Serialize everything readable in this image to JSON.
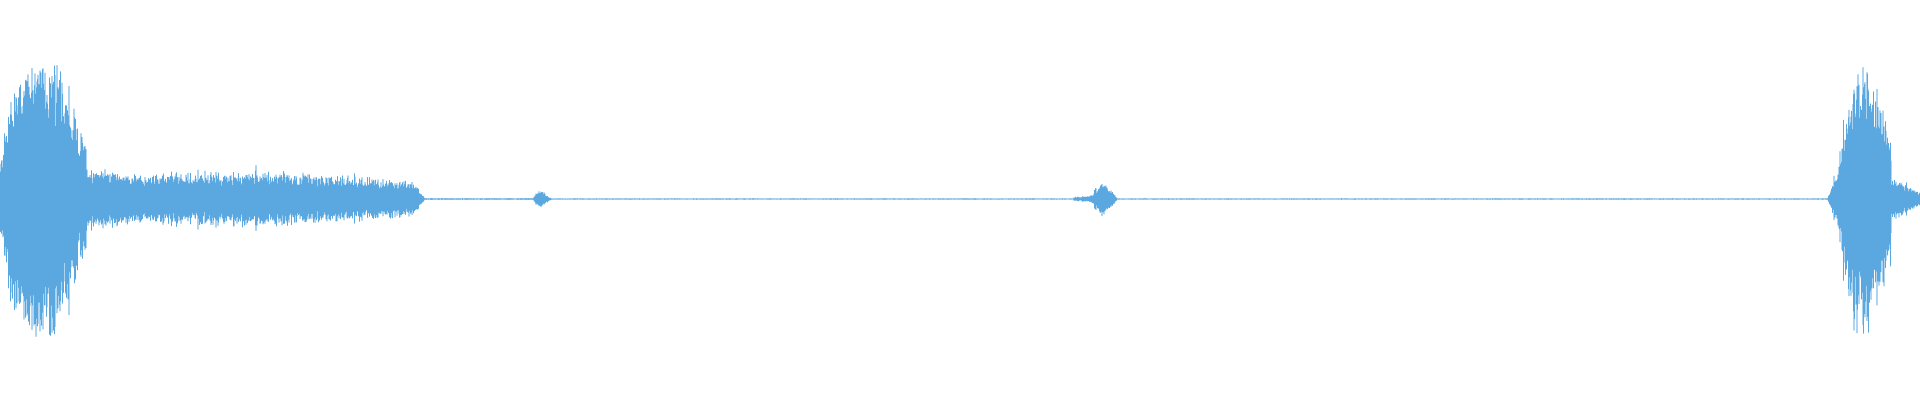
{
  "waveform": {
    "color": "#5ba8e1",
    "background": "#ffffff",
    "segments": [
      {
        "start": 0.0,
        "end": 0.006,
        "from": 0.2,
        "to": 0.7,
        "jitter": 0.3
      },
      {
        "start": 0.006,
        "end": 0.022,
        "from": 0.7,
        "to": 1.0,
        "jitter": 0.25
      },
      {
        "start": 0.022,
        "end": 0.045,
        "from": 1.0,
        "to": 0.3,
        "jitter": 0.35
      },
      {
        "start": 0.045,
        "end": 0.075,
        "from": 0.2,
        "to": 0.14,
        "jitter": 0.25
      },
      {
        "start": 0.075,
        "end": 0.14,
        "from": 0.14,
        "to": 0.17,
        "jitter": 0.3
      },
      {
        "start": 0.14,
        "end": 0.215,
        "from": 0.16,
        "to": 0.11,
        "jitter": 0.3
      },
      {
        "start": 0.215,
        "end": 0.221,
        "from": 0.11,
        "to": 0.01,
        "jitter": 0.2
      },
      {
        "start": 0.221,
        "end": 0.278,
        "from": 0.005,
        "to": 0.005,
        "jitter": 0.4
      },
      {
        "start": 0.278,
        "end": 0.281,
        "from": 0.02,
        "to": 0.06,
        "jitter": 0.3
      },
      {
        "start": 0.281,
        "end": 0.287,
        "from": 0.06,
        "to": 0.005,
        "jitter": 0.3
      },
      {
        "start": 0.287,
        "end": 0.559,
        "from": 0.004,
        "to": 0.004,
        "jitter": 0.4
      },
      {
        "start": 0.559,
        "end": 0.568,
        "from": 0.01,
        "to": 0.02,
        "jitter": 0.4
      },
      {
        "start": 0.568,
        "end": 0.574,
        "from": 0.02,
        "to": 0.11,
        "jitter": 0.3
      },
      {
        "start": 0.574,
        "end": 0.582,
        "from": 0.11,
        "to": 0.005,
        "jitter": 0.3
      },
      {
        "start": 0.582,
        "end": 0.952,
        "from": 0.004,
        "to": 0.004,
        "jitter": 0.4
      },
      {
        "start": 0.952,
        "end": 0.958,
        "from": 0.01,
        "to": 0.2,
        "jitter": 0.3
      },
      {
        "start": 0.958,
        "end": 0.968,
        "from": 0.25,
        "to": 0.95,
        "jitter": 0.3
      },
      {
        "start": 0.968,
        "end": 0.985,
        "from": 0.95,
        "to": 0.35,
        "jitter": 0.35
      },
      {
        "start": 0.985,
        "end": 1.0,
        "from": 0.14,
        "to": 0.04,
        "jitter": 0.3
      }
    ]
  }
}
